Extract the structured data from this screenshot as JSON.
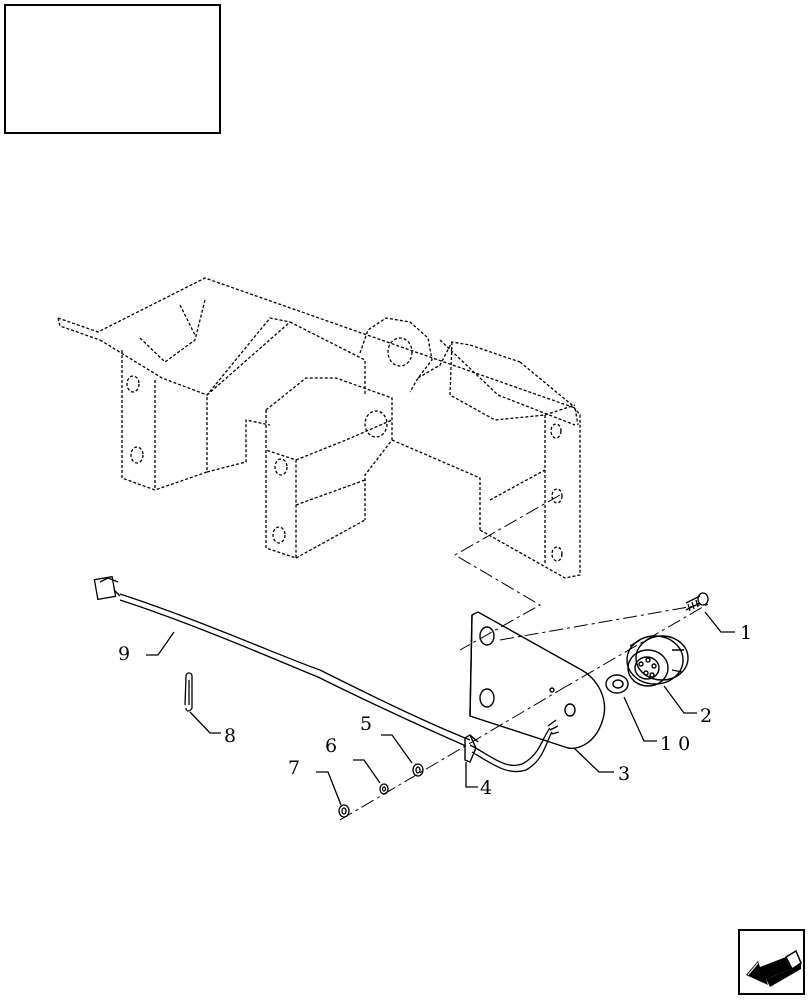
{
  "title_box": {
    "text": ""
  },
  "callouts": [
    {
      "id": "callout-1",
      "label": "1"
    },
    {
      "id": "callout-2",
      "label": "2"
    },
    {
      "id": "callout-3",
      "label": "3"
    },
    {
      "id": "callout-4",
      "label": "4"
    },
    {
      "id": "callout-5",
      "label": "5"
    },
    {
      "id": "callout-6",
      "label": "6"
    },
    {
      "id": "callout-7",
      "label": "7"
    },
    {
      "id": "callout-8",
      "label": "8"
    },
    {
      "id": "callout-9",
      "label": "9"
    },
    {
      "id": "callout-10",
      "label": "1 0"
    }
  ],
  "navigation": {
    "icon": "previous-page-arrow-icon"
  },
  "colors": {
    "line": "#000000",
    "background": "#ffffff"
  }
}
